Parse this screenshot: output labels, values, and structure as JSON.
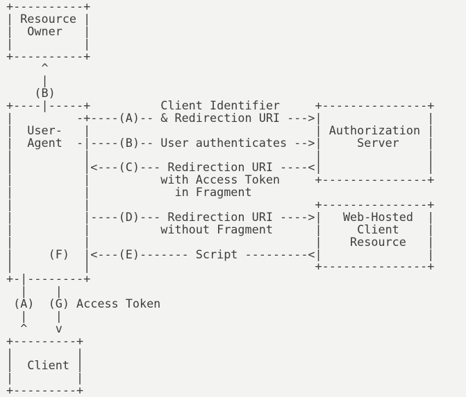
{
  "colors": {
    "background": "#f3f3f1",
    "text": "#3d3d3d"
  },
  "diagram": {
    "lines": [
      "+----------+",
      "| Resource |",
      "|  Owner   |",
      "|          |",
      "+----------+",
      "     ^",
      "     |",
      "    (B)",
      "+----|-----+          Client Identifier     +---------------+",
      "|         -+----(A)-- & Redirection URI --->|               |",
      "|  User-   |                                | Authorization |",
      "|  Agent  -|----(B)-- User authenticates -->|     Server    |",
      "|          |                                |               |",
      "|          |<---(C)--- Redirection URI ----<|               |",
      "|          |          with Access Token     +---------------+",
      "|          |            in Fragment",
      "|          |                                +---------------+",
      "|          |----(D)--- Redirection URI ---->|   Web-Hosted  |",
      "|          |          without Fragment      |     Client    |",
      "|          |                                |    Resource   |",
      "|     (F)  |<---(E)------- Script ---------<|               |",
      "|          |                                +---------------+",
      "+-|--------+",
      "  |    |",
      " (A)  (G) Access Token",
      "  |    |",
      "  ^    v",
      "+---------+",
      "|         |",
      "|  Client |",
      "|         |",
      "+---------+"
    ]
  }
}
